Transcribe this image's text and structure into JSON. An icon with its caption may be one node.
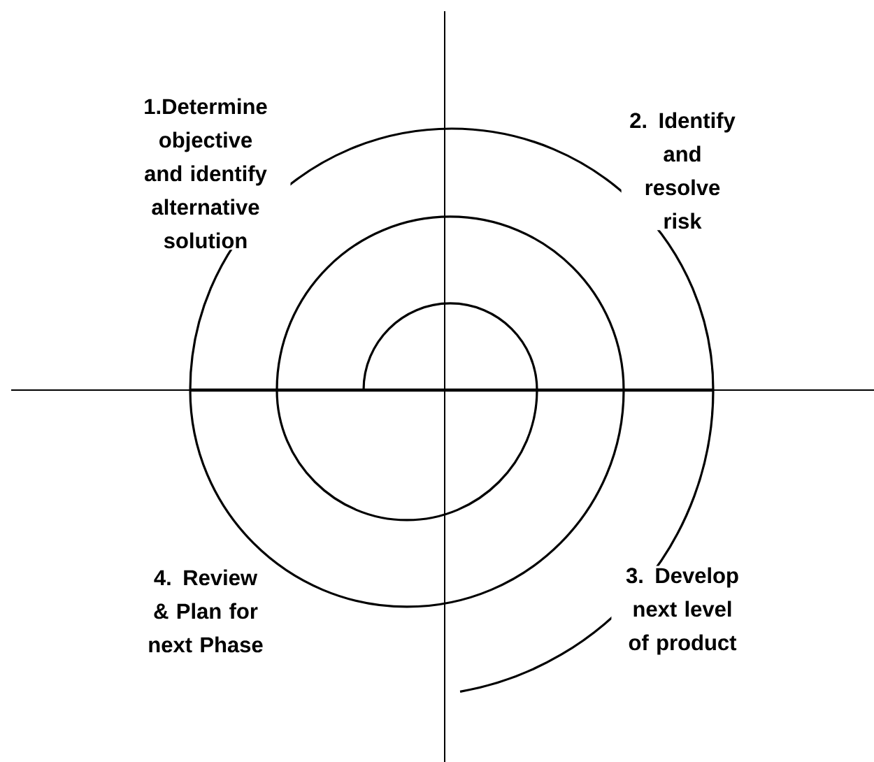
{
  "diagram": {
    "labels": [
      "1.Determine objective and identify alternative solution",
      "2. Identify and resolve risk",
      "4. Review & Plan for next Phase",
      "3. Develop next level of product"
    ]
  }
}
